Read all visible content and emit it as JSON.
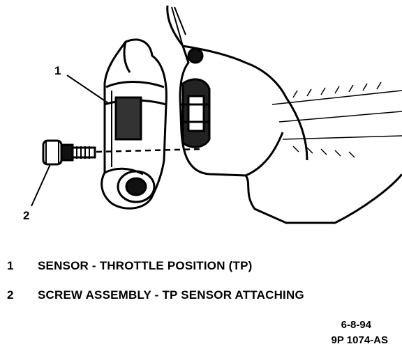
{
  "callouts": [
    "1",
    "2"
  ],
  "legend": [
    {
      "number": "1",
      "text": "SENSOR - THROTTLE POSITION (TP)"
    },
    {
      "number": "2",
      "text": "SCREW ASSEMBLY - TP SENSOR ATTACHING"
    }
  ],
  "codes": {
    "date": "6-8-94",
    "part": "9P 1074-AS"
  }
}
